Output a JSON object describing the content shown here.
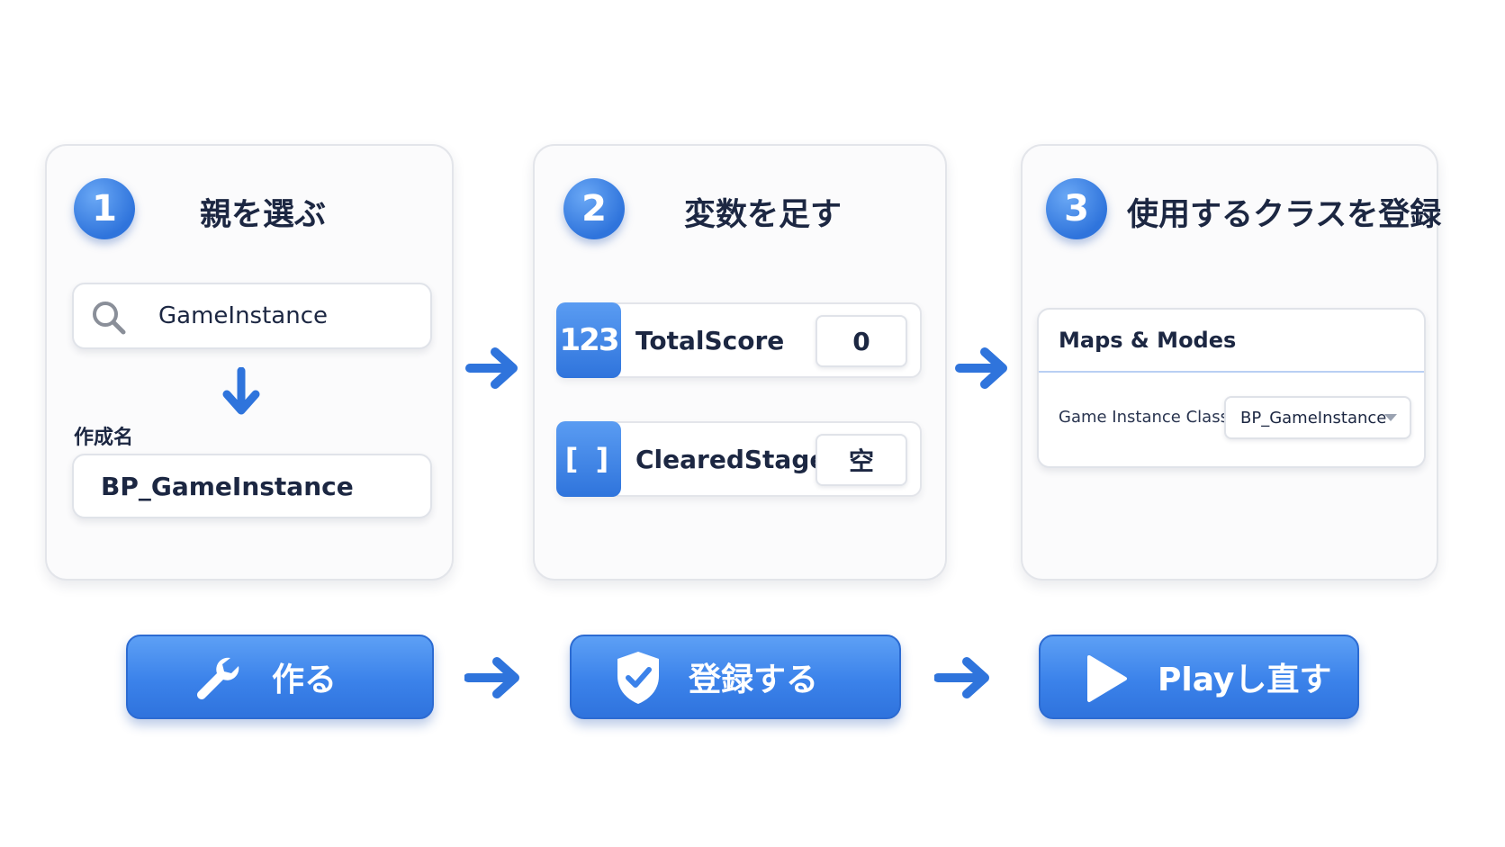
{
  "steps": [
    {
      "number": "1",
      "title": "親を選ぶ",
      "search_value": "GameInstance",
      "name_caption": "作成名",
      "name_value": "BP_GameInstance"
    },
    {
      "number": "2",
      "title": "変数を足す",
      "variables": [
        {
          "icon_text": "123",
          "name": "TotalScore",
          "value": "0"
        },
        {
          "icon_text": "[ ]",
          "name": "ClearedStages",
          "value": "空"
        }
      ]
    },
    {
      "number": "3",
      "title": "使用するクラスを登録",
      "section_title": "Maps & Modes",
      "setting_label": "Game Instance Class",
      "setting_value": "BP_GameInstance"
    }
  ],
  "actions": [
    {
      "label": "作る",
      "icon": "wrench-icon"
    },
    {
      "label": "登録する",
      "icon": "shield-check-icon"
    },
    {
      "label": "Playし直す",
      "icon": "play-icon"
    }
  ],
  "colors": {
    "accent": "#3b82ea",
    "text": "#1c2742",
    "panel_border": "#e3e5ea"
  }
}
